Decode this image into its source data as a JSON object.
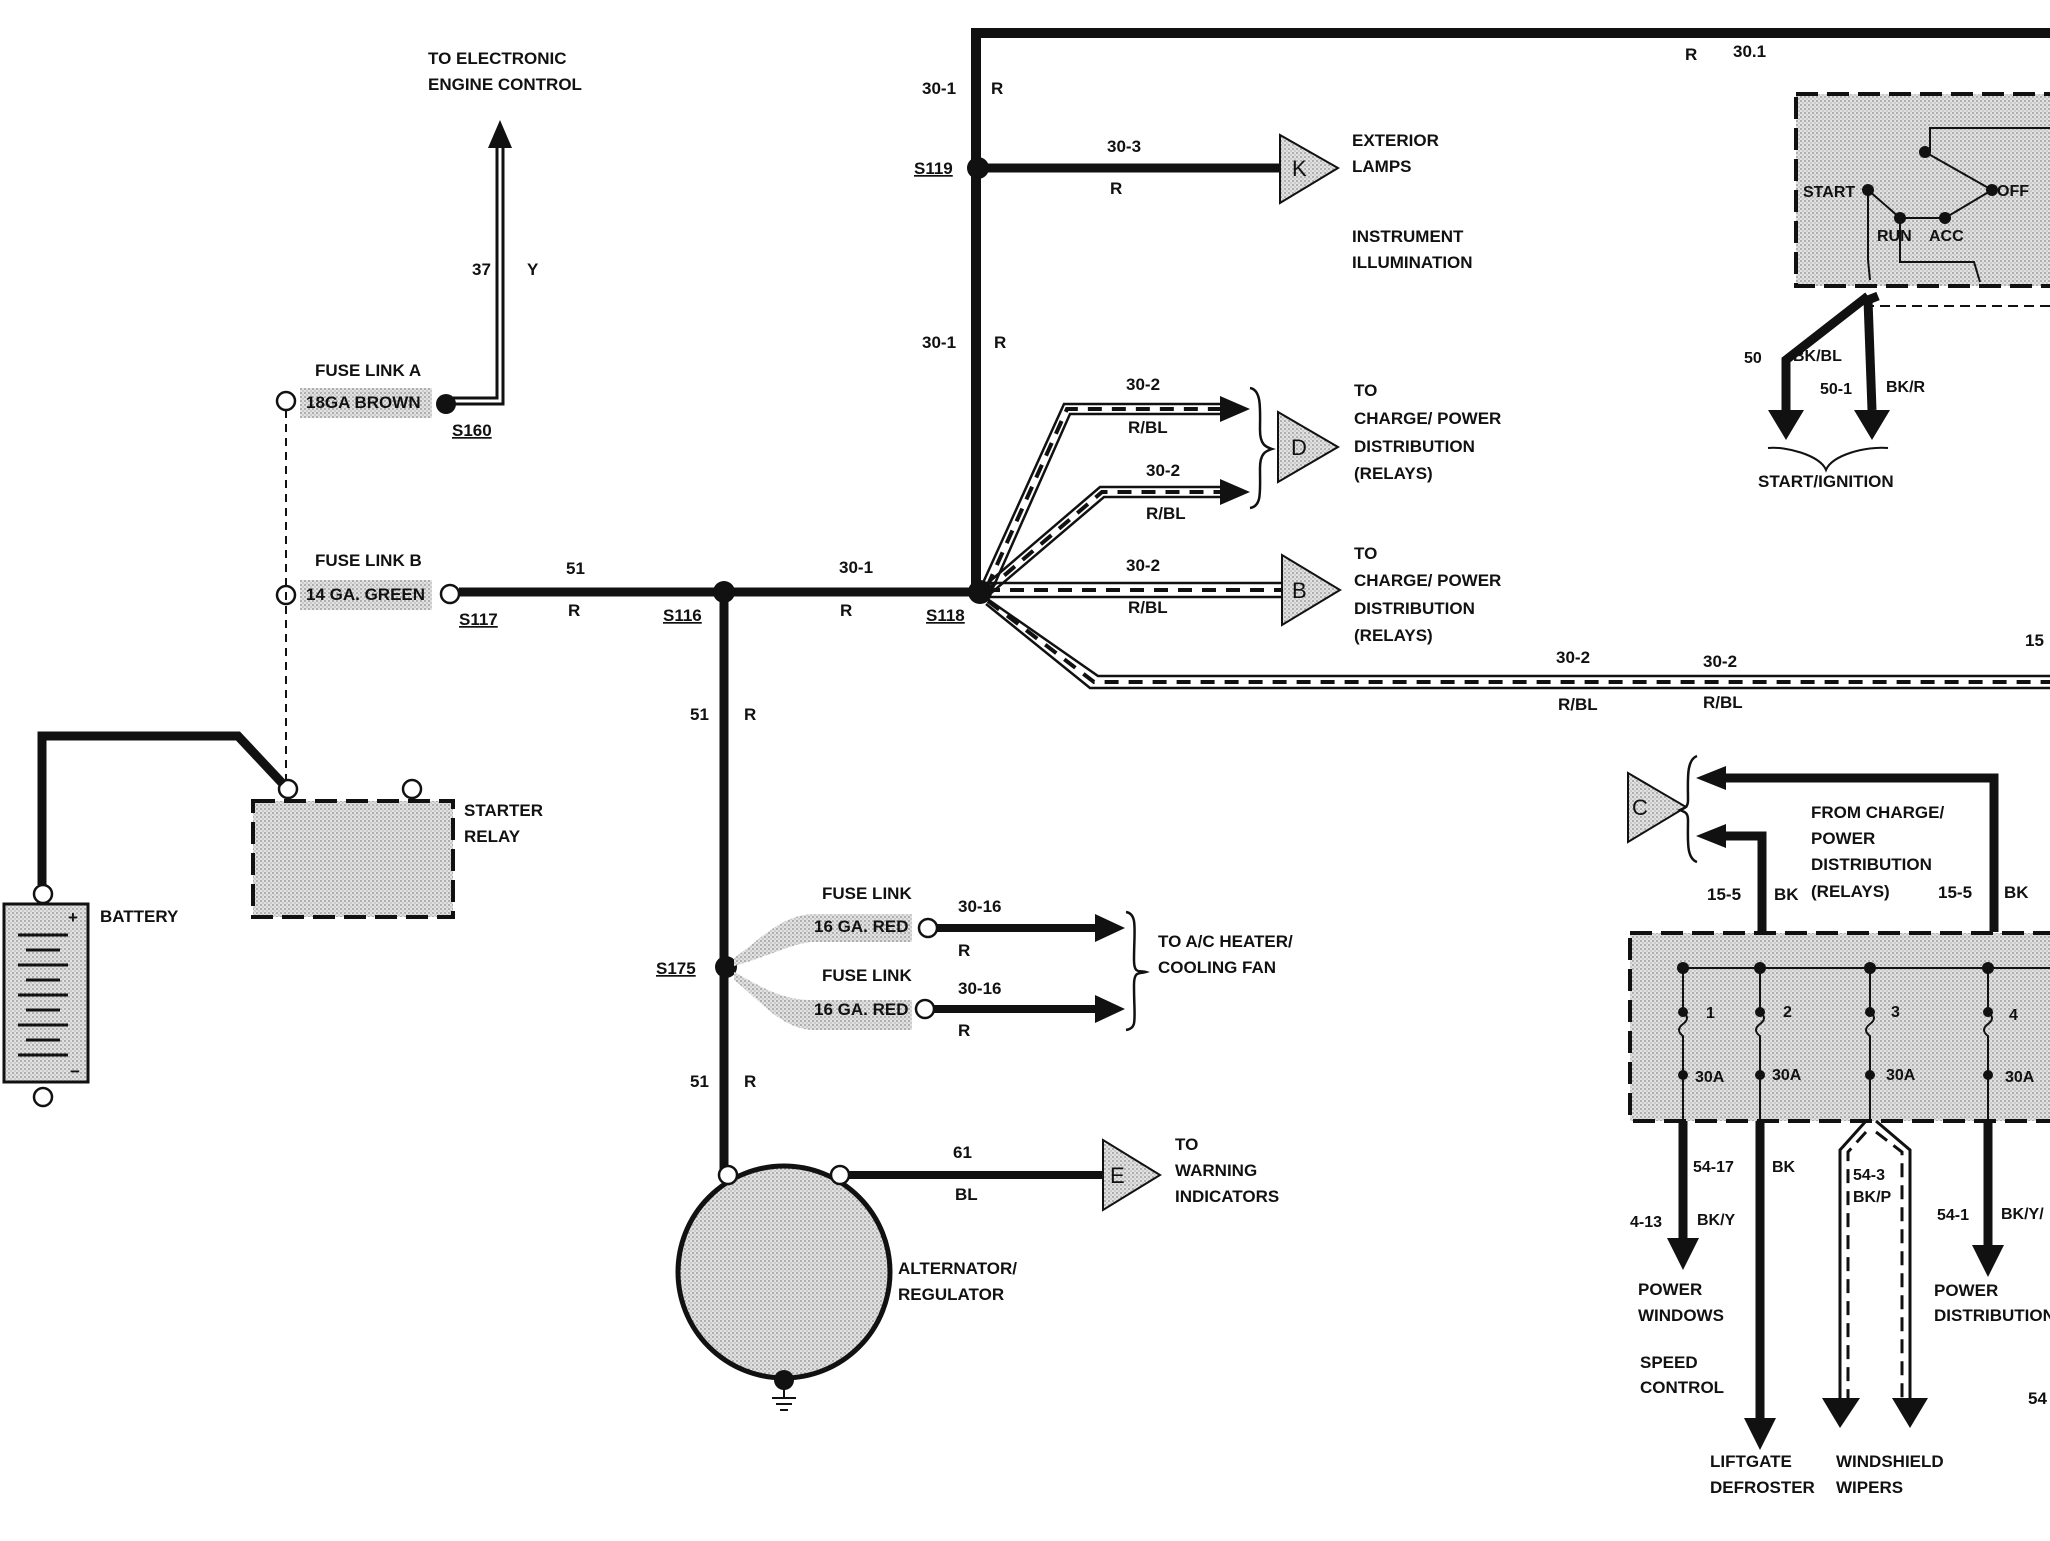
{
  "labels": {
    "to_eec_1": "TO ELECTRONIC",
    "to_eec_2": "ENGINE CONTROL",
    "w37": "37",
    "w37c": "Y",
    "fuse_link_a": "FUSE LINK A",
    "fuse_link_a_spec": "18GA BROWN",
    "s160": "S160",
    "fuse_link_b": "FUSE LINK B",
    "fuse_link_b_spec": "14 GA. GREEN",
    "s117": "S117",
    "w51": "51",
    "r": "R",
    "s116": "S116",
    "w30_1": "30-1",
    "s118": "S118",
    "s119": "S119",
    "w30_3": "30-3",
    "w30_1b": "30.1",
    "exterior_1": "EXTERIOR",
    "exterior_2": "LAMPS",
    "instr_1": "INSTRUMENT",
    "instr_2": "ILLUMINATION",
    "w30_2": "30-2",
    "r_bl": "R/BL",
    "to": "TO",
    "charge_pd": "CHARGE/ POWER",
    "distribution": "DISTRIBUTION",
    "relays": "(RELAYS)",
    "start": "START",
    "off": "OFF",
    "run": "RUN",
    "acc": "ACC",
    "w50": "50",
    "bk_bl": "BK/BL",
    "w50_1": "50-1",
    "bk_r": "BK/R",
    "start_ignition": "START/IGNITION",
    "w15": "15",
    "starter_1": "STARTER",
    "starter_2": "RELAY",
    "battery": "BATTERY",
    "plus": "+",
    "minus": "−",
    "fuse_link": "FUSE LINK",
    "red16": "16 GA. RED",
    "w30_16": "30-16",
    "s175": "S175",
    "ac_1": "TO A/C HEATER/",
    "ac_2": "COOLING FAN",
    "w61": "61",
    "bl": "BL",
    "warn_1": "TO",
    "warn_2": "WARNING",
    "warn_3": "INDICATORS",
    "alt_1": "ALTERNATOR/",
    "alt_2": "REGULATOR",
    "from_charge_1": "FROM CHARGE/",
    "from_charge_2": "POWER",
    "from_charge_3": "DISTRIBUTION",
    "from_charge_4": "(RELAYS)",
    "w15_5": "15-5",
    "bk": "BK",
    "f1": "1",
    "f2": "2",
    "f3": "3",
    "f4": "4",
    "a30": "30A",
    "w54_17": "54-17",
    "w4_13": "4-13",
    "bk_y": "BK/Y",
    "w54_3": "54-3",
    "bk_p": "BK/P",
    "w54_1": "54-1",
    "bk_y_trunc": "BK/Y/",
    "power_windows_1": "POWER",
    "power_windows_2": "WINDOWS",
    "speed_1": "SPEED",
    "speed_2": "CONTROL",
    "power_dist_1": "POWER",
    "power_dist_2": "DISTRIBUTION",
    "w54": "54",
    "liftgate_1": "LIFTGATE",
    "liftgate_2": "DEFROSTER",
    "wipers_1": "WINDSHIELD",
    "wipers_2": "WIPERS",
    "conn_k": "K",
    "conn_d": "D",
    "conn_b": "B",
    "conn_e": "E",
    "conn_c": "C"
  }
}
